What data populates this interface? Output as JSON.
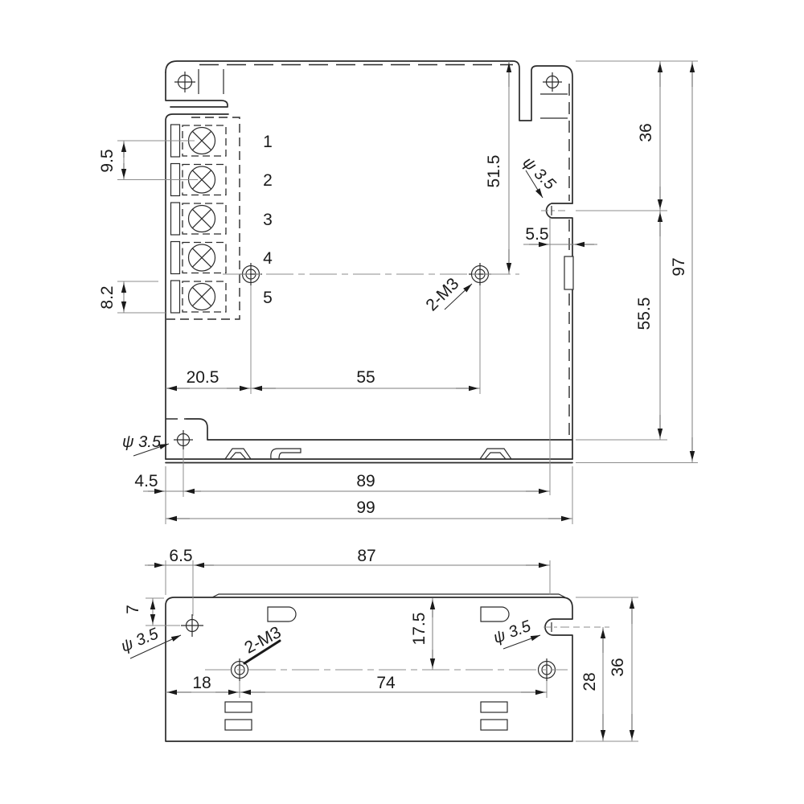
{
  "colors": {
    "object_line": "#2b2b2b",
    "dimension_line": "#7d7d7d",
    "extension_line": "#8c8c8c",
    "text": "#1a1a1a",
    "background": "#ffffff"
  },
  "top_view": {
    "terminals": [
      "1",
      "2",
      "3",
      "4",
      "5"
    ],
    "dims": {
      "terminal_pitch": "9.5",
      "terminal_block_bottom": "8.2",
      "screw_offset_x": "20.5",
      "screw_spacing": "55",
      "screw_axis_from_top": "51.5",
      "keyhole_from_top": "36",
      "keyhole_to_base_hole": "55.5",
      "overall_height": "97",
      "keyhole_inset": "5.5",
      "base_hole_offset": "4.5",
      "base_hole_span": "89",
      "overall_width": "99",
      "screw_thread": "2-M3",
      "keyhole_dia": "ψ 3.5",
      "base_hole_dia": "ψ 3.5"
    }
  },
  "bottom_view": {
    "dims": {
      "hole_offset_x": "6.5",
      "keyhole_offset_x": "87",
      "hole_offset_y": "7",
      "screw_axis_from_edge": "17.5",
      "screw_offset_x": "18",
      "screw_spacing": "74",
      "keyhole_to_edge": "28",
      "overall_depth": "36",
      "screw_thread": "2-M3",
      "hole_dia": "ψ 3.5",
      "keyhole_dia": "ψ 3.5"
    }
  }
}
